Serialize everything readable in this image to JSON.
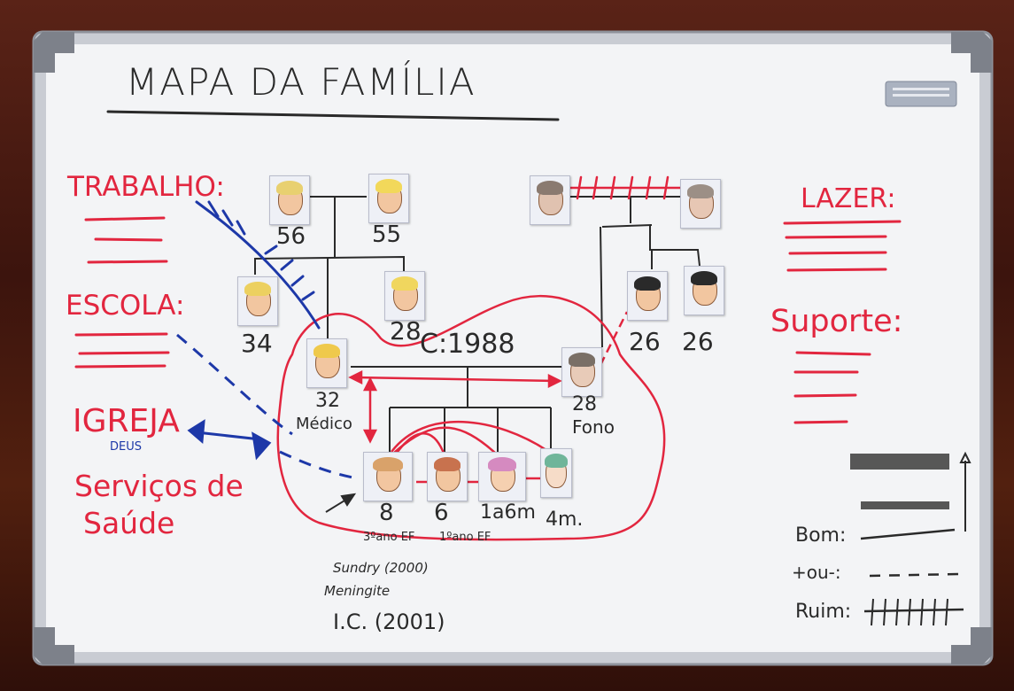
{
  "board": {
    "title": "MAPA DA FAMÍLIA",
    "left_labels": [
      "TRABALHO:",
      "ESCOLA:",
      "IGREJA",
      "Serviços de",
      "Saúde"
    ],
    "church_sub": "DEUS",
    "right_labels": [
      "LAZER:",
      "Suporte:"
    ],
    "ages": [
      "56",
      "55",
      "34",
      "28",
      "26",
      "26",
      "32",
      "28",
      "8",
      "6",
      "1a6m",
      "4m."
    ],
    "marriage": "C:1988",
    "professions": [
      "Médico",
      "Fono"
    ],
    "school": [
      "3ºano EF",
      "1ºano EF"
    ],
    "notes": [
      "Sundry (2000)",
      "Meningite",
      "I.C. (2001)"
    ],
    "legend": [
      "Bom:",
      "+ou-:",
      "Ruim:"
    ]
  },
  "colors": {
    "board": "#f3f4f6",
    "frame": "#c9ccd3",
    "red_marker": "#e2263f",
    "black_marker": "#2a2a2a",
    "blue_marker": "#1d38a8",
    "wood": "#4a1d14"
  }
}
